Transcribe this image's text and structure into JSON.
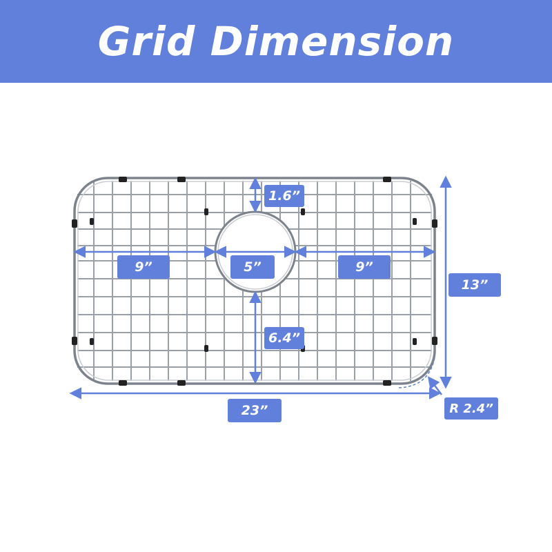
{
  "header": {
    "title": "Grid Dimension"
  },
  "colors": {
    "accent": "#6080dc",
    "wire": "#9aa0a8",
    "frame": "#7d838c",
    "clip": "#222222"
  },
  "dimensions": {
    "left_section": "9”",
    "center_hole": "5”",
    "right_section": "9”",
    "top_to_hole": "1.6”",
    "hole_to_bottom": "6.4”",
    "height": "13”",
    "width": "23”",
    "corner_radius": "R 2.4”"
  }
}
